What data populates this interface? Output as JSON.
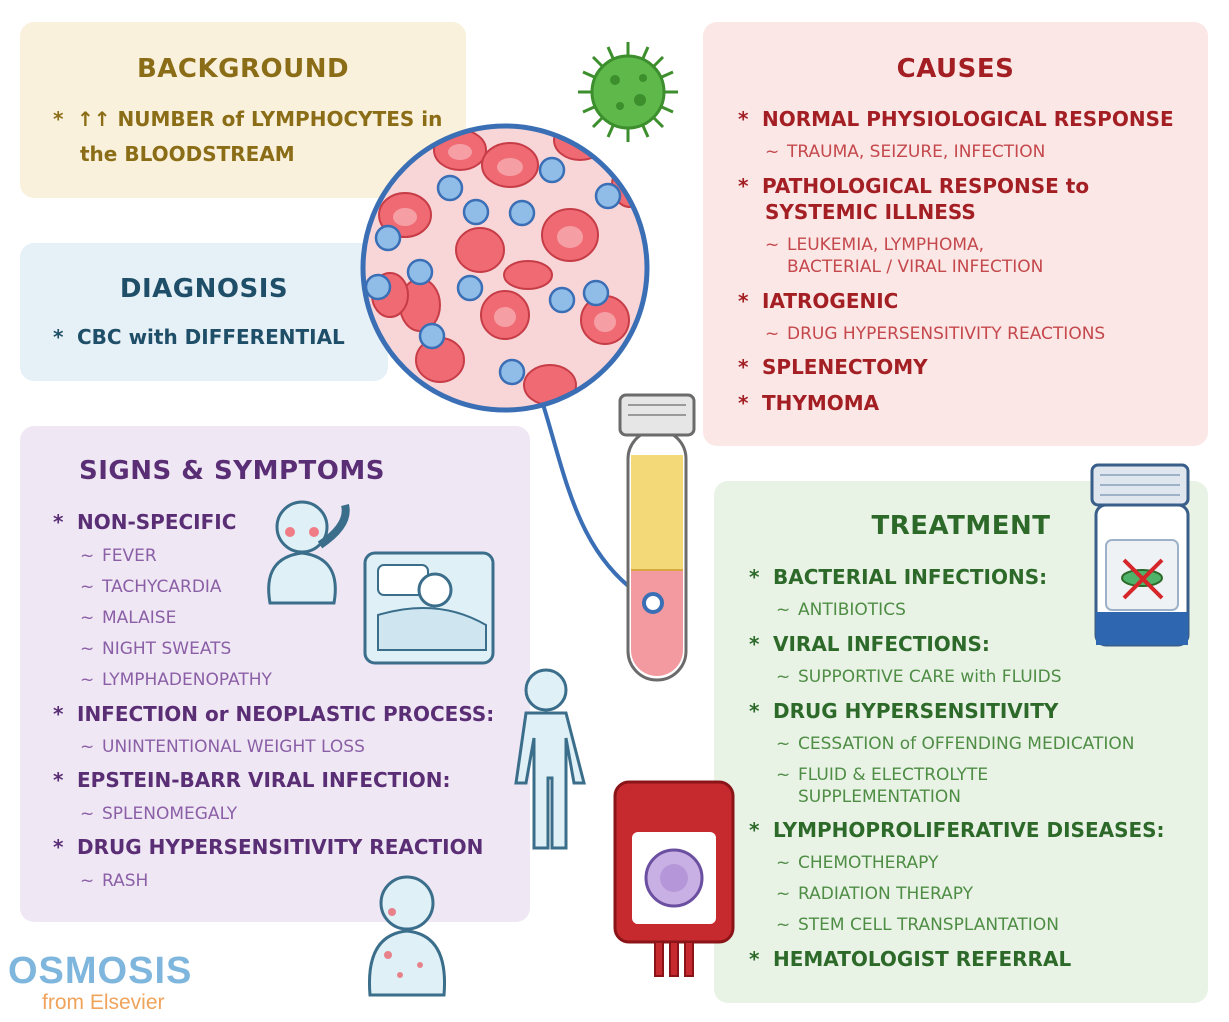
{
  "background": {
    "title": "BACKGROUND",
    "line1": "↑↑ NUMBER of LYMPHOCYTES in",
    "line2": "the BLOODSTREAM"
  },
  "diagnosis": {
    "title": "DIAGNOSIS",
    "item": "CBC with DIFFERENTIAL"
  },
  "signs": {
    "title": "SIGNS & SYMPTOMS",
    "h1": "NON-SPECIFIC",
    "s1": "FEVER",
    "s2": "TACHYCARDIA",
    "s3": "MALAISE",
    "s4": "NIGHT SWEATS",
    "s5": "LYMPHADENOPATHY",
    "h2": "INFECTION or NEOPLASTIC PROCESS:",
    "s6": "UNINTENTIONAL WEIGHT LOSS",
    "h3": "EPSTEIN-BARR VIRAL INFECTION:",
    "s7": "SPLENOMEGALY",
    "h4": "DRUG HYPERSENSITIVITY REACTION",
    "s8": "RASH"
  },
  "causes": {
    "title": "CAUSES",
    "h1": "NORMAL PHYSIOLOGICAL RESPONSE",
    "s1": "TRAUMA, SEIZURE, INFECTION",
    "h2a": "PATHOLOGICAL RESPONSE to",
    "h2b": "SYSTEMIC ILLNESS",
    "s2a": "LEUKEMIA, LYMPHOMA,",
    "s2b": "BACTERIAL / VIRAL INFECTION",
    "h3": "IATROGENIC",
    "s3": "DRUG HYPERSENSITIVITY REACTIONS",
    "h4": "SPLENECTOMY",
    "h5": "THYMOMA"
  },
  "treatment": {
    "title": "TREATMENT",
    "h1": "BACTERIAL INFECTIONS:",
    "s1": "ANTIBIOTICS",
    "h2": "VIRAL INFECTIONS:",
    "s2": "SUPPORTIVE CARE with FLUIDS",
    "h3": "DRUG HYPERSENSITIVITY",
    "s3": "CESSATION of OFFENDING MEDICATION",
    "s4a": "FLUID & ELECTROLYTE",
    "s4b": "SUPPLEMENTATION",
    "h4": "LYMPHOPROLIFERATIVE DISEASES:",
    "s5": "CHEMOTHERAPY",
    "s6": "RADIATION THERAPY",
    "s7": "STEM CELL TRANSPLANTATION",
    "h5": "HEMATOLOGIST REFERRAL"
  },
  "markers": {
    "bullet": "*",
    "sub": "~"
  },
  "logo": {
    "name": "OSMOSIS",
    "sub": "from Elsevier"
  },
  "colors": {
    "background": "#8a6d16",
    "diagnosis": "#1f4e68",
    "signs": "#5a2e74",
    "causes": "#a31f24",
    "treatment": "#2d6a2a",
    "logo": "#7fb6dd",
    "logo_sub": "#f0a35b"
  }
}
